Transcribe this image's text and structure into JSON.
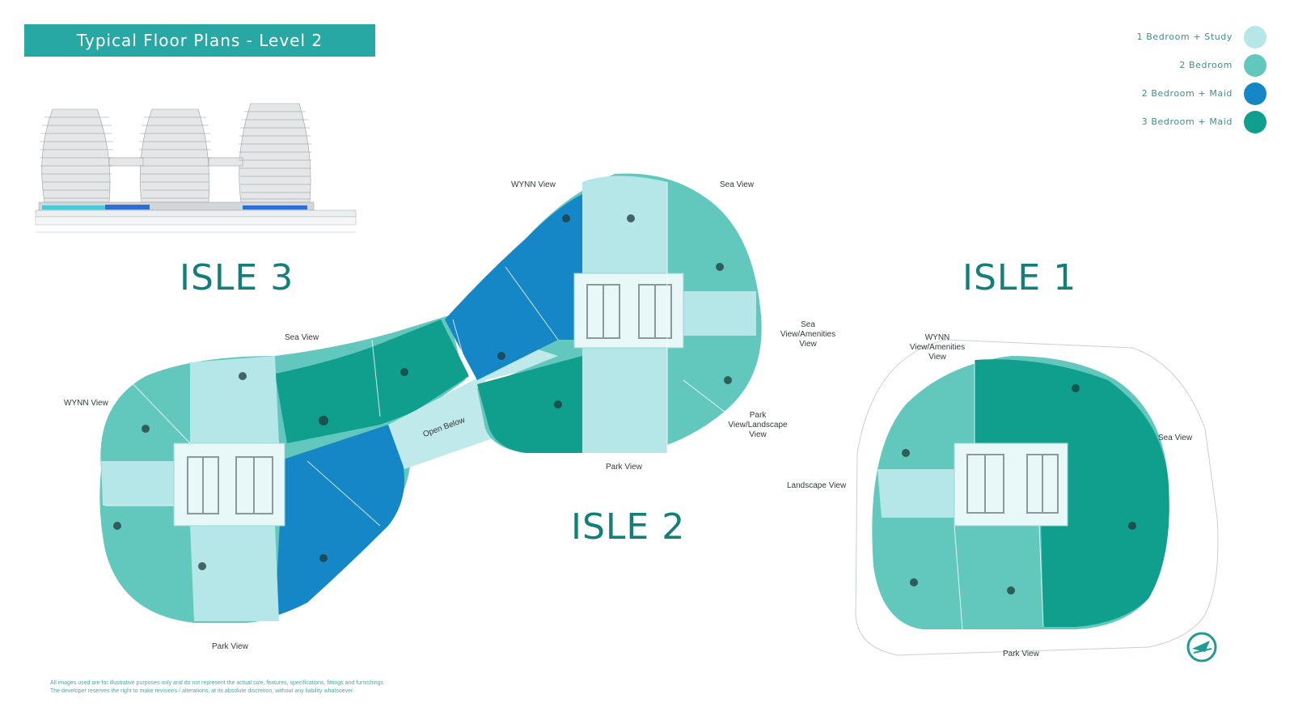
{
  "title": "Typical Floor Plans - Level 2",
  "legend": {
    "items": [
      {
        "label": "1 Bedroom + Study",
        "color": "#b6e7e8"
      },
      {
        "label": "2 Bedroom",
        "color": "#62c8bd"
      },
      {
        "label": "2 Bedroom + Maid",
        "color": "#1586c6"
      },
      {
        "label": "3 Bedroom + Maid",
        "color": "#0f9f8c"
      }
    ]
  },
  "isles": {
    "isle3": "ISLE 3",
    "isle2": "ISLE 2",
    "isle1": "ISLE 1"
  },
  "views": {
    "wynn_view_isle2": "WYNN View",
    "sea_view_isle2": "Sea View",
    "sea_amenities_line1": "Sea",
    "sea_amenities_line2": "View/Amenities",
    "sea_amenities_line3": "View",
    "park_landscape_line1": "Park",
    "park_landscape_line2": "View/Landscape",
    "park_landscape_line3": "View",
    "park_view_isle2": "Park View",
    "sea_view_isle3": "Sea View",
    "wynn_view_isle3": "WYNN View",
    "park_view_isle3": "Park View",
    "open_below": "Open Below",
    "wynn_amenities_line1": "WYNN",
    "wynn_amenities_line2": "View/Amenities",
    "wynn_amenities_line3": "View",
    "sea_view_isle1": "Sea View",
    "landscape_view_isle1": "Landscape View",
    "park_view_isle1": "Park View"
  },
  "disclaimer": {
    "line1": "All images used are for illustrative purposes only and do not represent the actual size, features, specifications, fittings and furnishings.",
    "line2": "The developer reserves the right to make revisions / alterations, at its absolute discretion, without any liability whatsoever."
  },
  "icons": {
    "logo": "brand-logo-icon"
  }
}
